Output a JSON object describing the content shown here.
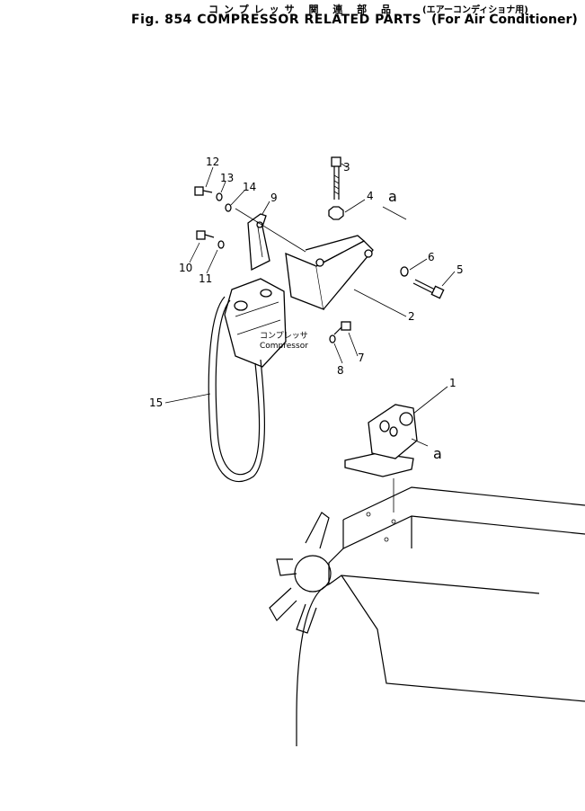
{
  "title": {
    "jp": "コンプレッサ 関 連 部 品",
    "jp_sub": "(エアーコンディショナ用)",
    "fig": "Fig. 854",
    "en": "COMPRESSOR RELATED PARTS",
    "en_sub": "(For Air Conditioner)"
  },
  "callouts": {
    "c1": "1",
    "c2": "2",
    "c3": "3",
    "c4": "4",
    "c5": "5",
    "c6": "6",
    "c7": "7",
    "c8": "8",
    "c9": "9",
    "c10": "10",
    "c11": "11",
    "c12": "12",
    "c13": "13",
    "c14": "14",
    "c15": "15",
    "a_top": "a",
    "a_bottom": "a"
  },
  "compressor_label": {
    "jp": "コンプレッサ",
    "en": "Compressor"
  }
}
